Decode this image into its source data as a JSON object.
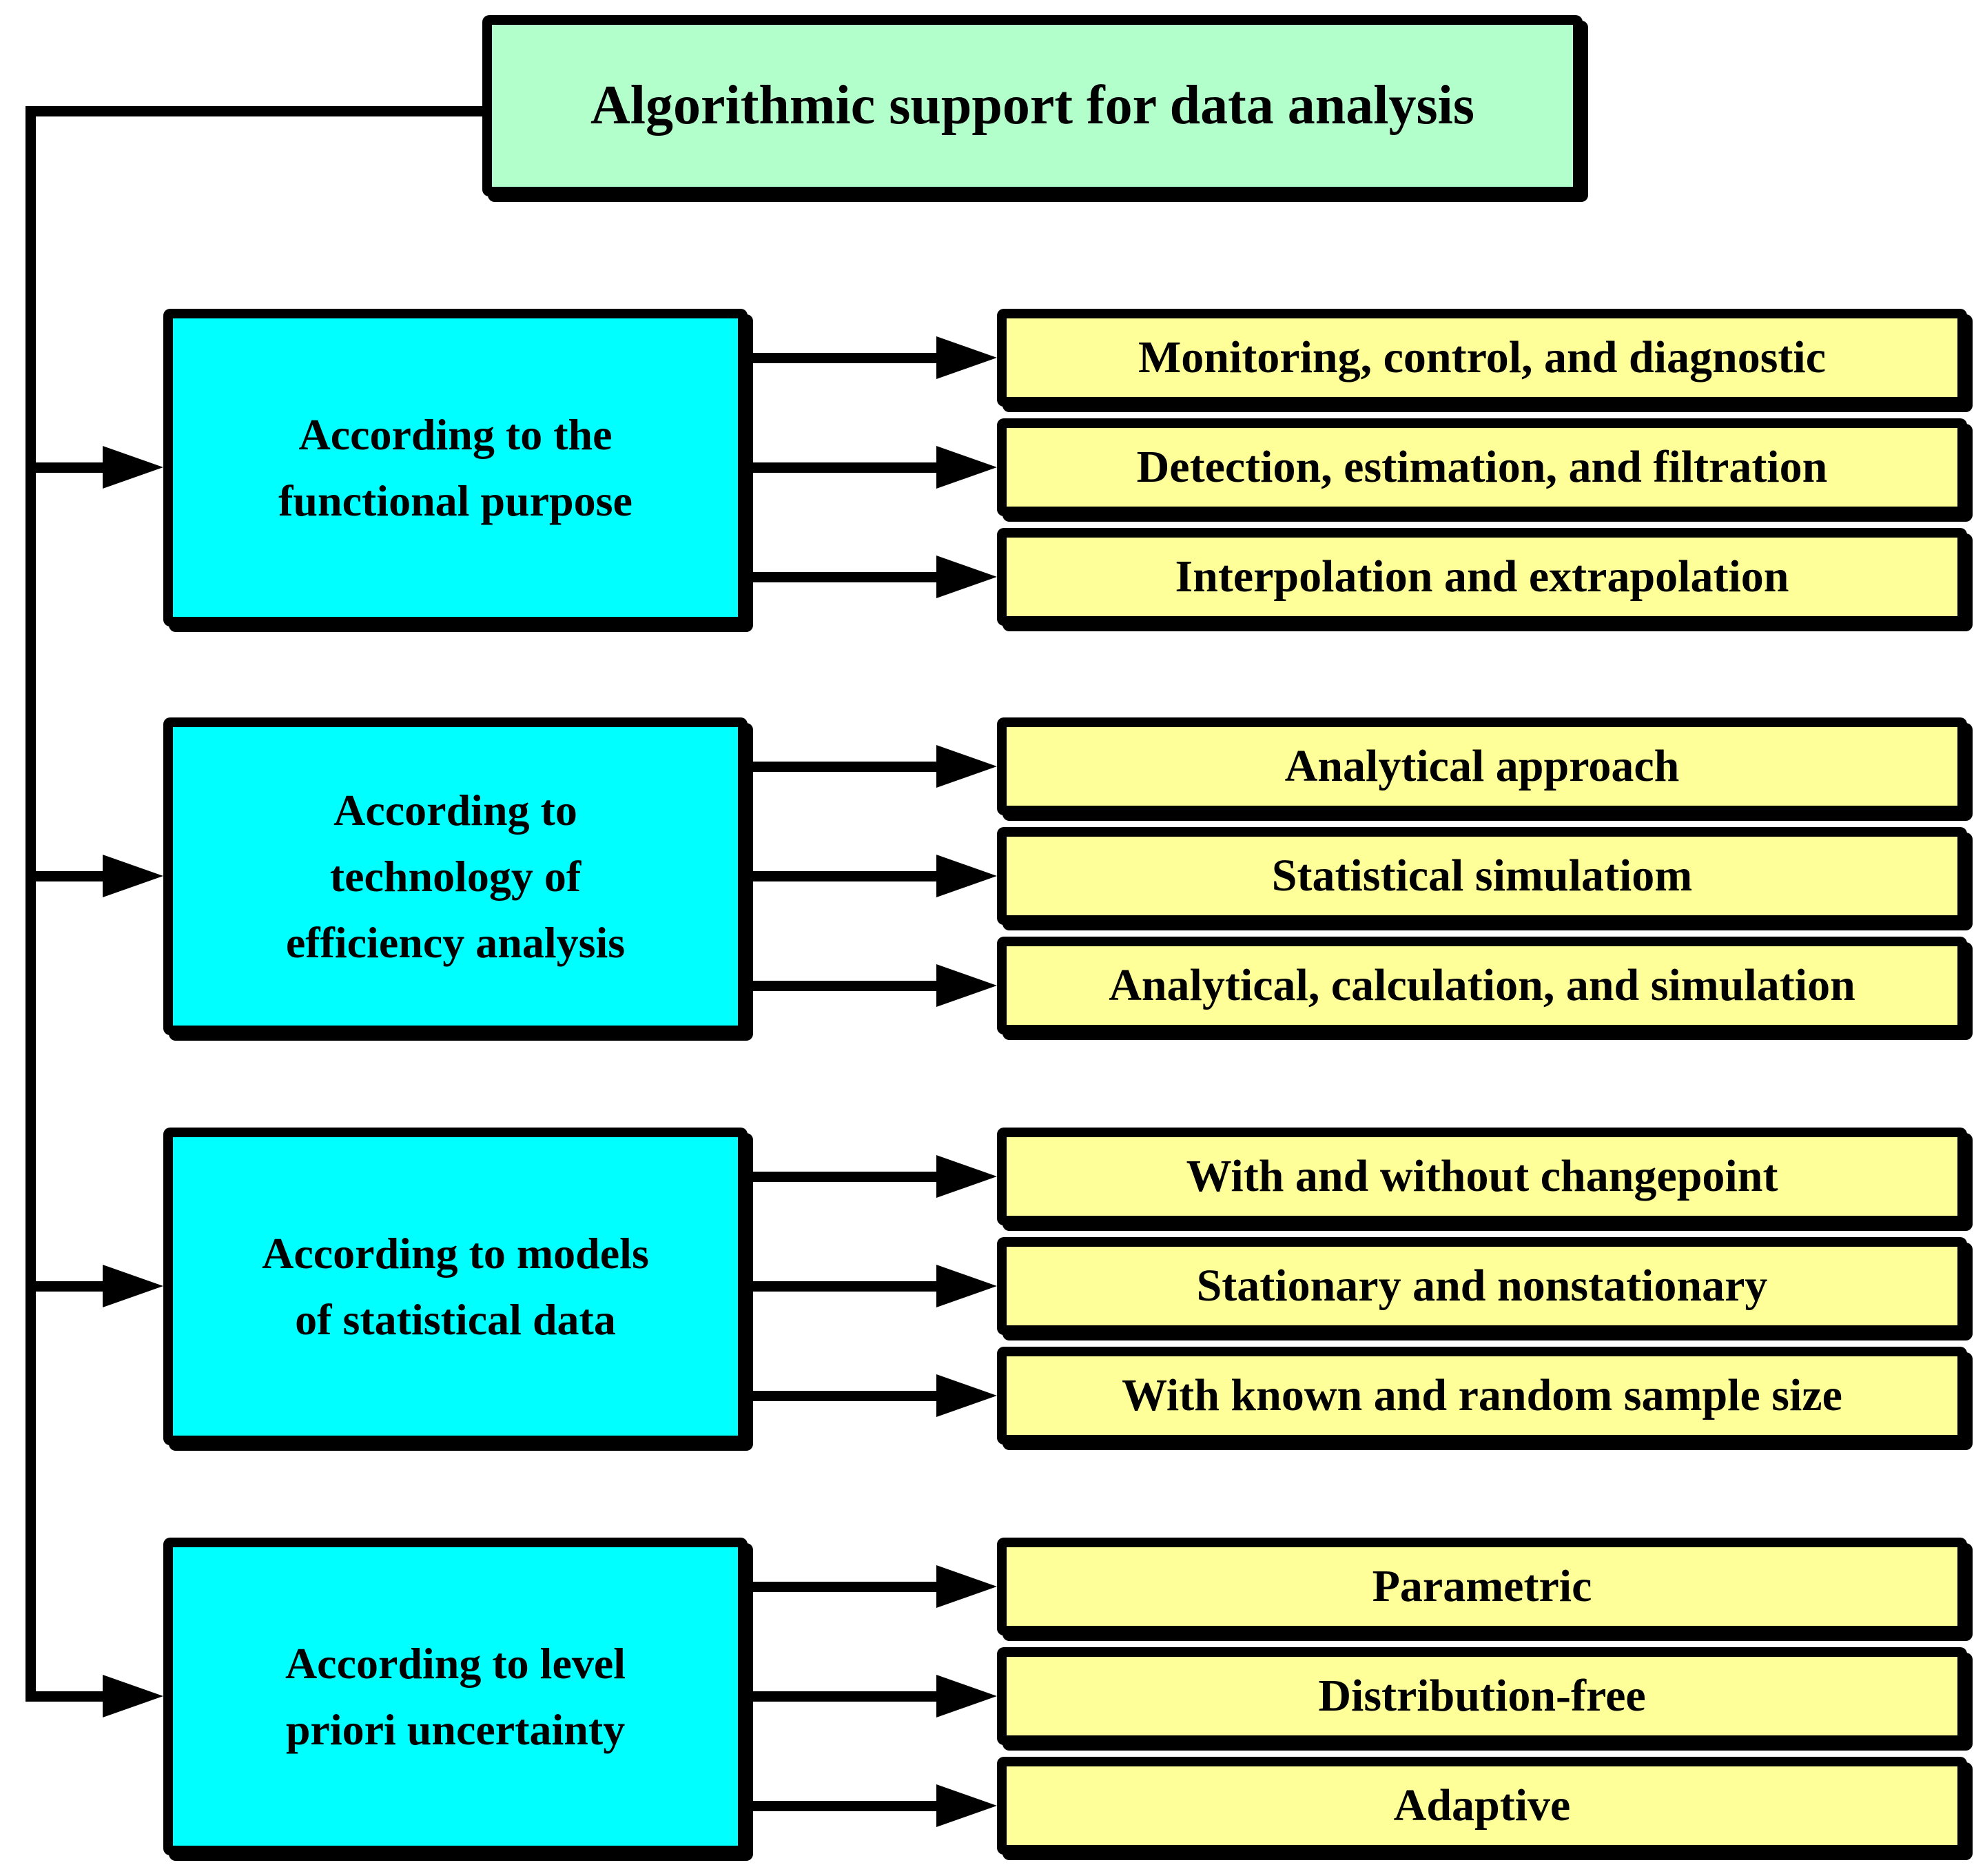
{
  "diagram": {
    "title": "Algorithmic support for data analysis",
    "groups": [
      {
        "category": "According to the\nfunctional purpose",
        "items": [
          "Monitoring, control, and diagnostic",
          "Detection, estimation, and filtration",
          "Interpolation and extrapolation"
        ]
      },
      {
        "category": "According to\ntechnology of\nefficiency analysis",
        "items": [
          "Analytical approach",
          "Statistical simulatiom",
          "Analytical, calculation, and simulation"
        ]
      },
      {
        "category": "According to models\nof statistical data",
        "items": [
          "With and without changepoint",
          "Stationary and nonstationary",
          "With known and random sample size"
        ]
      },
      {
        "category": "According to level\npriori uncertainty",
        "items": [
          "Parametric",
          "Distribution-free",
          "Adaptive"
        ]
      }
    ]
  },
  "colors": {
    "title_bg": "#b3ffcc",
    "category_bg": "#00ffff",
    "item_bg": "#ffff99",
    "line": "#000000",
    "background": "#ffffff"
  }
}
